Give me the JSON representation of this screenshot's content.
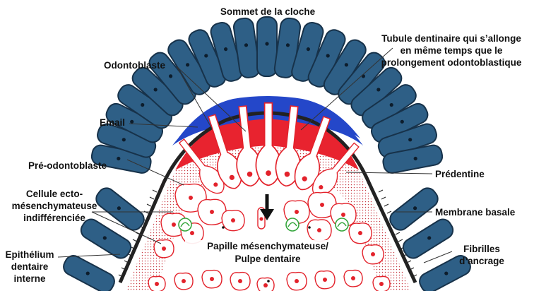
{
  "labels": {
    "top": "Sommet de la cloche",
    "tubule": [
      "Tubule dentinaire qui s’allonge",
      "en même temps que le",
      "prolongement odontoblastique"
    ],
    "odontoblast": "Odontoblaste",
    "email": "Email",
    "preodontoblast": "Pré-odontoblaste",
    "ecto": [
      "Cellule ecto-",
      "mésenchymateuse",
      "indifférenciée"
    ],
    "epith": [
      "Epithélium",
      "dentaire",
      "interne"
    ],
    "predentine": "Prédentine",
    "membrane": "Membrane basale",
    "fibrilles": [
      "Fibrilles",
      "d’ancrage"
    ],
    "pulp": [
      "Papille mésenchymateuse/",
      "Pulpe dentaire"
    ]
  },
  "colors": {
    "epithelium": "#2e5f86",
    "epithelium_dark": "#17324a",
    "enamel": "#2447c9",
    "dentin": "#e8232f",
    "predentine": "#f2a7ab",
    "pulp_cell": "#e3222b",
    "green_cell": "#35a63c",
    "membrane": "#222222"
  }
}
